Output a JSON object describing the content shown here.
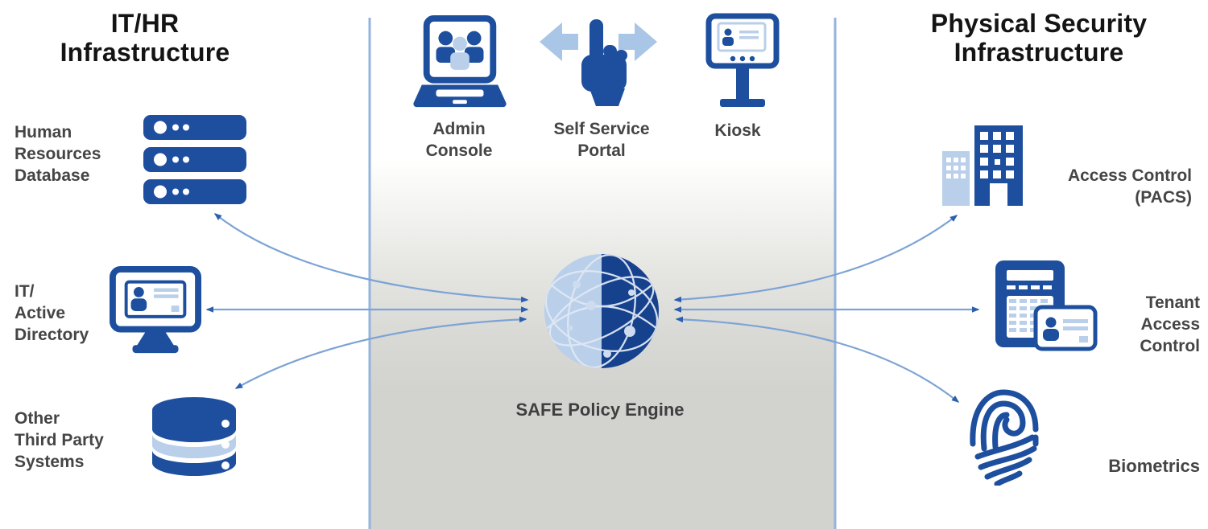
{
  "left_section": {
    "title": "IT/HR\nInfrastructure",
    "items": [
      {
        "label": "Human\nResources\nDatabase",
        "icon": "server-stack-icon"
      },
      {
        "label": "IT/\nActive\nDirectory",
        "icon": "directory-monitor-icon"
      },
      {
        "label": "Other\nThird Party\nSystems",
        "icon": "database-cylinder-icon"
      }
    ]
  },
  "center_section": {
    "interfaces": [
      {
        "label": "Admin\nConsole",
        "icon": "laptop-users-icon"
      },
      {
        "label": "Self Service\nPortal",
        "icon": "hand-arrows-icon"
      },
      {
        "label": "Kiosk",
        "icon": "kiosk-icon"
      }
    ],
    "engine_label": "SAFE Policy Engine",
    "engine_icon": "globe-network-icon"
  },
  "right_section": {
    "title": "Physical Security\nInfrastructure",
    "items": [
      {
        "label": "Access Control\n(PACS)",
        "icon": "buildings-icon"
      },
      {
        "label": "Tenant\nAccess\nControl",
        "icon": "card-reader-icon"
      },
      {
        "label": "Biometrics",
        "icon": "fingerprint-icon"
      }
    ]
  },
  "colors": {
    "icon_dark_blue": "#1d4f9e",
    "icon_light_blue": "#b9cfea",
    "globe_dark_half": "#16418d",
    "arrow_line": "#7ca3d5",
    "arrow_head": "#2c5fae",
    "divider_line": "#95b3dc",
    "band_gray": "#d2d2cf",
    "label_text": "#454545",
    "title_text": "#141414"
  }
}
